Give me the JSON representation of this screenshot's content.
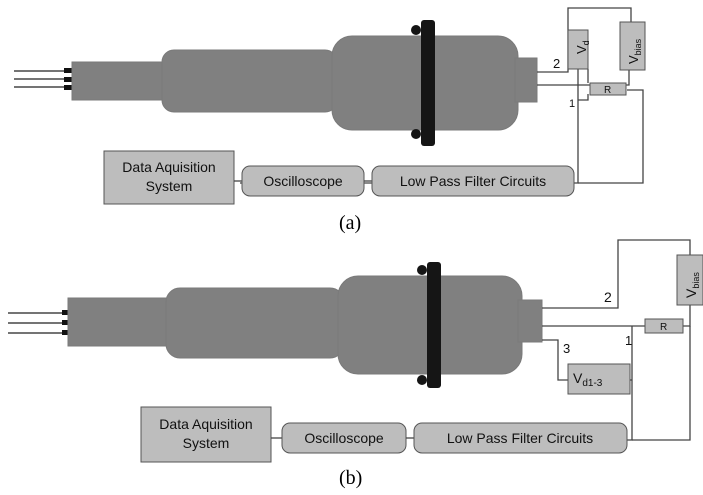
{
  "panel_a": {
    "caption": "(a)",
    "vd_label": "V",
    "vd_sub": "d",
    "vbias_label": "V",
    "vbias_sub": "bias",
    "resistor_label": "R",
    "wire_2": "2",
    "wire_1": "1",
    "daq_line1": "Data Aquisition",
    "daq_line2": "System",
    "oscilloscope": "Oscilloscope",
    "filter": "Low Pass Filter Circuits"
  },
  "panel_b": {
    "caption": "(b)",
    "vd_label": "V",
    "vd_sub": "d1-3",
    "vbias_label": "V",
    "vbias_sub": "bias",
    "resistor_label": "R",
    "wire_2": "2",
    "wire_1": "1",
    "wire_3": "3",
    "daq_line1": "Data Aquisition",
    "daq_line2": "System",
    "oscilloscope": "Oscilloscope",
    "filter": "Low Pass Filter Circuits"
  },
  "colors": {
    "device_body": "#808080",
    "box_fill": "#bdbdbd",
    "flange": "#151515",
    "wire": "#444444"
  }
}
